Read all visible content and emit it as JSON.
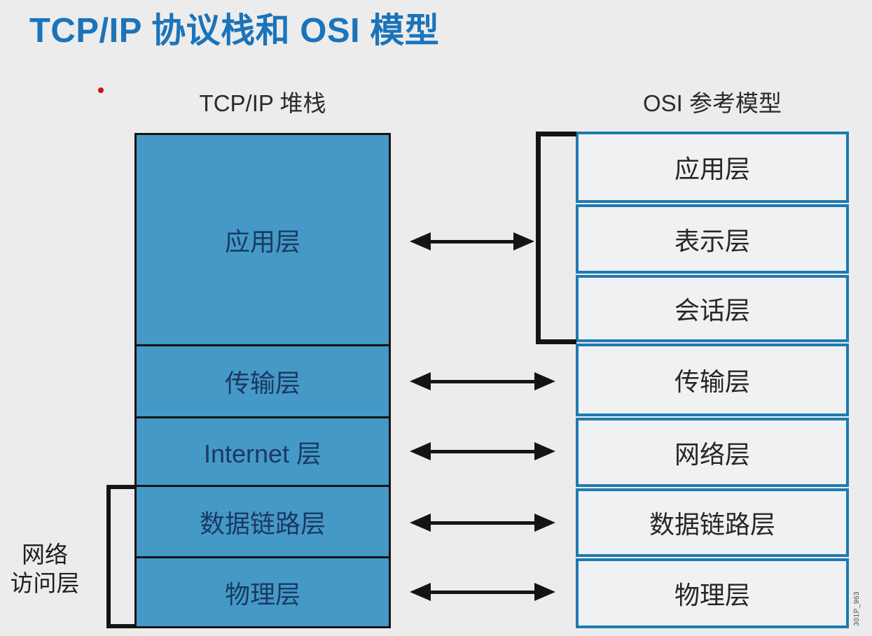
{
  "title": "TCP/IP 协议栈和 OSI 模型",
  "tcp_stack": {
    "header": "TCP/IP 堆栈",
    "layers": [
      {
        "label": "应用层"
      },
      {
        "label": "传输层"
      },
      {
        "label": "Internet 层"
      },
      {
        "label": "数据链路层"
      },
      {
        "label": "物理层"
      }
    ],
    "group_label_line1": "网络",
    "group_label_line2": "访问层"
  },
  "osi_stack": {
    "header": "OSI 参考模型",
    "layers": [
      {
        "label": "应用层"
      },
      {
        "label": "表示层"
      },
      {
        "label": "会话层"
      },
      {
        "label": "传输层"
      },
      {
        "label": "网络层"
      },
      {
        "label": "数据链路层"
      },
      {
        "label": "物理层"
      }
    ]
  },
  "watermark": "301P_963",
  "colors": {
    "title_blue": "#1b74ba",
    "tcp_fill": "#4599c7",
    "tcp_text": "#1a3a62",
    "osi_border": "#1e7ab2",
    "osi_fill": "#f0f1f3",
    "background": "#ececec",
    "line_black": "#141414",
    "red_dot": "#cc1111"
  }
}
